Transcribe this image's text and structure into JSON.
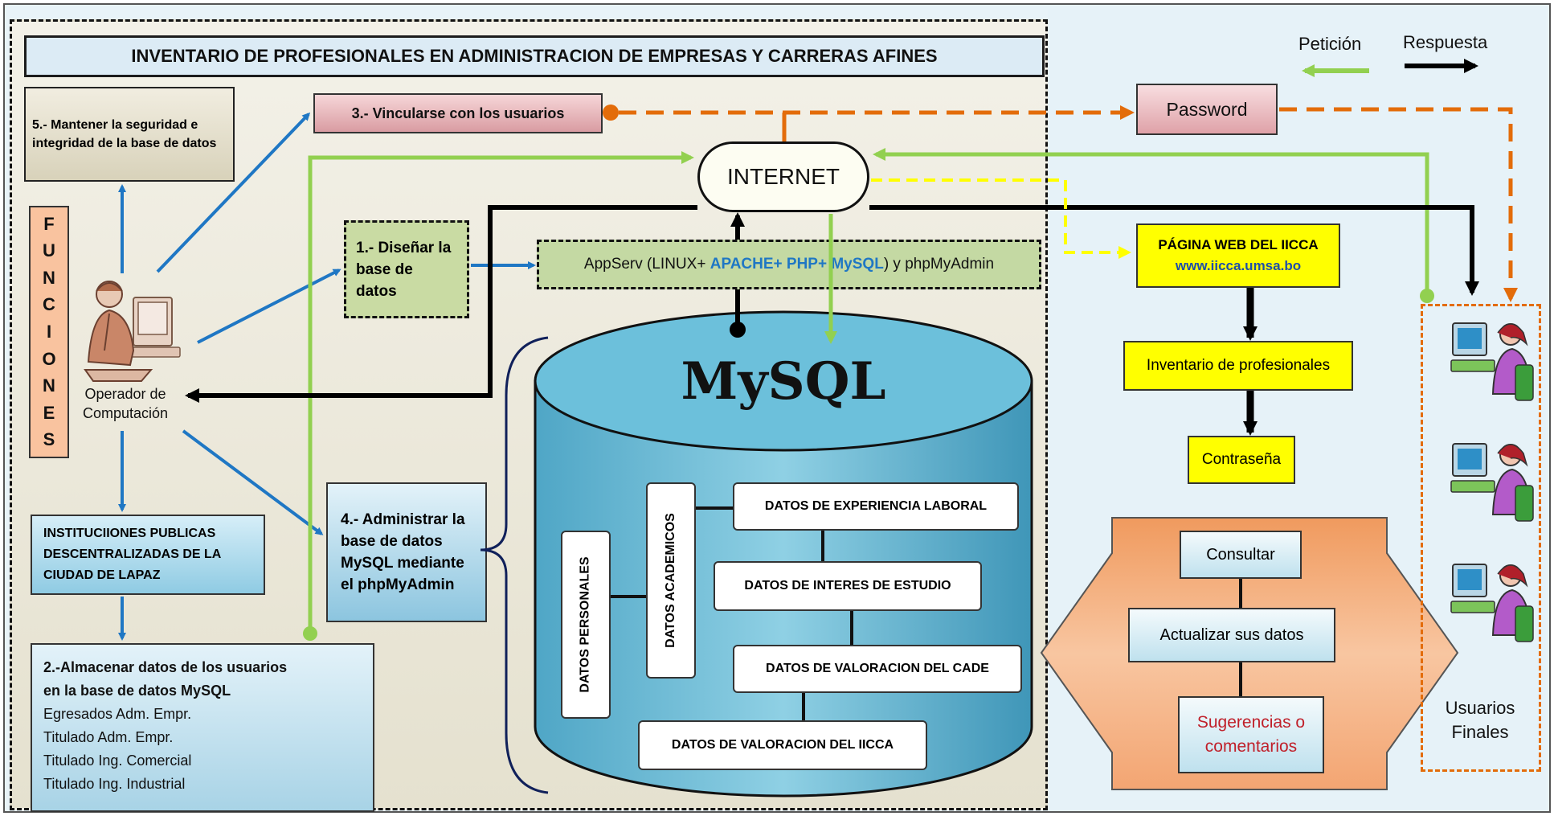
{
  "title": "INVENTARIO DE PROFESIONALES EN ADMINISTRACION DE EMPRESAS Y CARRERAS AFINES",
  "legend": {
    "request": "Petición",
    "response": "Respuesta"
  },
  "funciones": [
    "F",
    "U",
    "N",
    "C",
    "I",
    "O",
    "N",
    "E",
    "S"
  ],
  "operator": {
    "line1": "Operador de",
    "line2": "Computación"
  },
  "func5": "5.- Mantener la seguridad e integridad de la base  de datos",
  "func3": "3.- Vincularse con los usuarios",
  "func1": "1.- Diseñar la  base de datos",
  "func4": "4.- Administrar la base de datos MySQL mediante el phpMyAdmin",
  "func2": {
    "heading": "2.-Almacenar datos de los usuarios en la base de datos MySQL",
    "items": [
      "Egresados Adm. Empr.",
      "Titulado Adm. Empr.",
      "Titulado Ing. Comercial",
      "Titulado Ing. Industrial"
    ]
  },
  "instituciones": "INSTITUCIIONES PUBLICAS DESCENTRALIZADAS DE LA CIUDAD DE LAPAZ",
  "internet": "INTERNET",
  "password": "Password",
  "appserv": {
    "prefix": "AppServ (LINUX+ ",
    "highlight": "APACHE+ PHP+ MySQL",
    "suffix": ") y phpMyAdmin"
  },
  "mysql": "MySQL",
  "db": {
    "personales": "DATOS  PERSONALES",
    "academicos": "DATOS  ACADEMICOS",
    "experiencia": "DATOS DE EXPERIENCIA LABORAL",
    "interes": "DATOS DE INTERES DE ESTUDIO",
    "cade": "DATOS DE VALORACION DEL CADE",
    "iicca": "DATOS DE VALORACION DEL IICCA"
  },
  "web": {
    "title": "PÁGINA WEB DEL IICCA",
    "url": "www.iicca.umsa.bo"
  },
  "inventario": "Inventario de profesionales",
  "contrasena": "Contraseña",
  "options": {
    "consultar": "Consultar",
    "actualizar": "Actualizar sus datos",
    "sugerencias": "Sugerencias o comentarios"
  },
  "users": {
    "line1": "Usuarios",
    "line2": "Finales"
  },
  "colors": {
    "green": "#92d050",
    "black": "#000000",
    "orange": "#e36c0a",
    "blue": "#1f77c4",
    "yellow": "#ffff00",
    "cylinder": "#5fb3cf",
    "panel": "#e4f1f7",
    "sand": "#ece9de"
  }
}
